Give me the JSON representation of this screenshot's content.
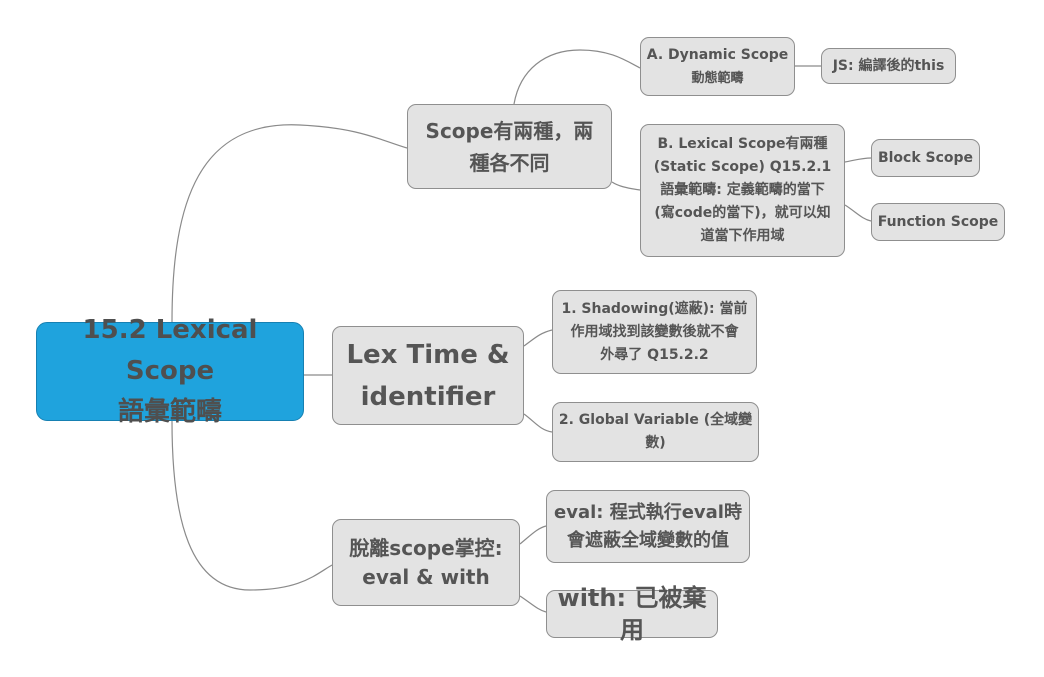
{
  "root": {
    "line1": "15.2 Lexical Scope",
    "line2": "語彙範疇"
  },
  "branch_scope": {
    "line1": "Scope有兩種，兩",
    "line2": "種各不同",
    "dynamic": {
      "line1": "A. Dynamic Scope",
      "line2": "動態範疇"
    },
    "dynamic_js": "JS: 編譯後的this",
    "lexical": {
      "line1": "B. Lexical Scope有兩種",
      "line2": "(Static Scope)   Q15.2.1",
      "line3": "語彙範疇: 定義範疇的當下",
      "line4": "(寫code的當下)，就可以知",
      "line5": "道當下作用域"
    },
    "block_scope": "Block Scope",
    "function_scope": "Function Scope"
  },
  "branch_lex": {
    "line1": "Lex Time &",
    "line2": "identifier",
    "shadowing": {
      "line1": "1. Shadowing(遮蔽): 當前",
      "line2": "作用域找到該變數後就不會",
      "line3": "外尋了 Q15.2.2"
    },
    "global": {
      "line1": "2. Global Variable (全域變",
      "line2": "數)"
    }
  },
  "branch_eval": {
    "line1": "脫離scope掌控:",
    "line2": "eval & with",
    "eval": {
      "line1": "eval: 程式執行eval時",
      "line2": "會遮蔽全域變數的值"
    },
    "with": "with: 已被棄用"
  }
}
